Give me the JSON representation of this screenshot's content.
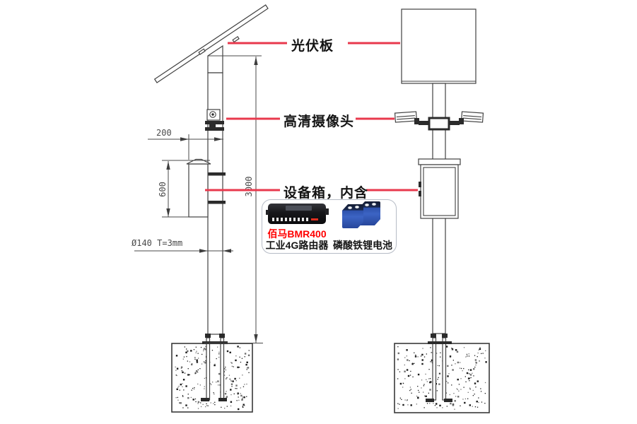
{
  "diagram": {
    "labels": {
      "pv_panel": "光伏板",
      "hd_camera": "高清摄像头",
      "equipment_box": "设备箱，内含"
    },
    "dimensions": {
      "camera_offset": "200",
      "box_height": "600",
      "pole_height": "3000",
      "pole_spec": "Ø140 T=3mm"
    },
    "callout": {
      "router_model": "佰马BMR400",
      "router_desc": "工业4G路由器",
      "battery_desc": "磷酸铁锂电池"
    },
    "colors": {
      "leader_red": "#e8394d",
      "router_model_red": "#ff0000",
      "line_dark": "#414141",
      "battery_blue": "#2d51ab"
    }
  }
}
